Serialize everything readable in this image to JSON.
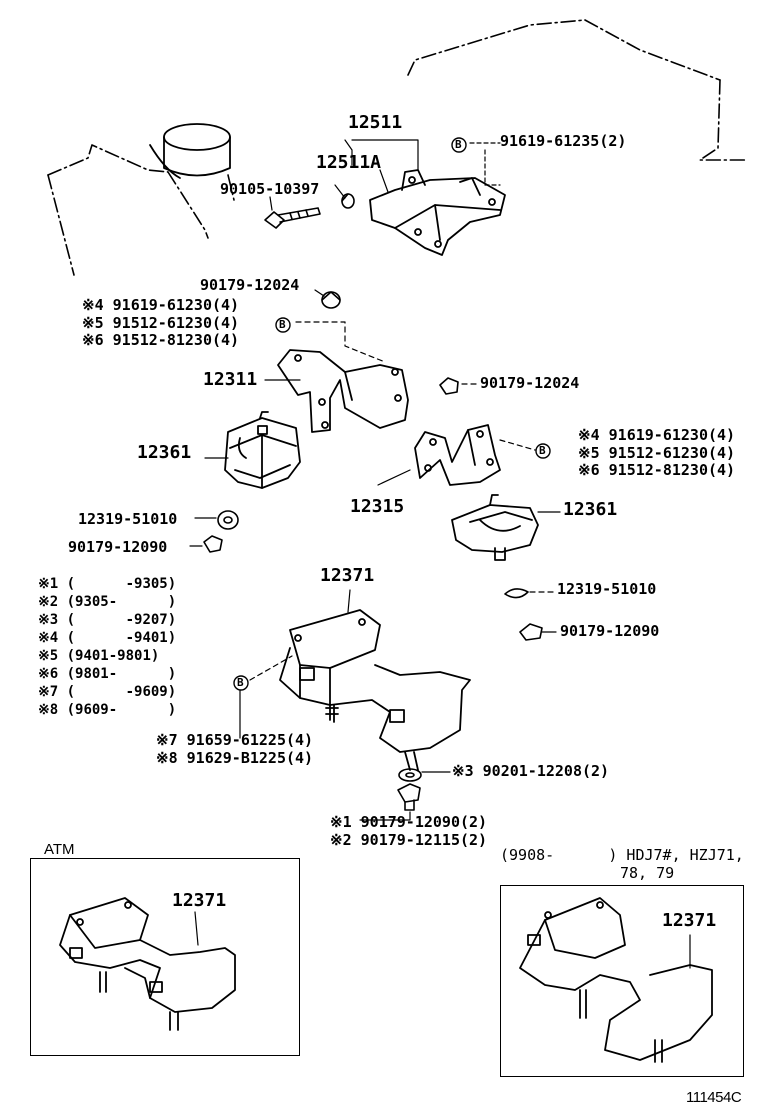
{
  "labels": {
    "p12511": "12511",
    "p12511a": "12511A",
    "p91619_61235": "91619-61235(2)",
    "p90105_10397": "90105-10397",
    "p90179_12024_a": "90179-12024",
    "l4_left": "※4 91619-61230(4)",
    "l5_left": "※5 91512-61230(4)",
    "l6_left": "※6 91512-81230(4)",
    "p12311": "12311",
    "p90179_12024_b": "90179-12024",
    "p12361_left": "12361",
    "l4_right": "※4 91619-61230(4)",
    "l5_right": "※5 91512-61230(4)",
    "l6_right": "※6 91512-81230(4)",
    "p12315": "12315",
    "p12361_right": "12361",
    "p12319_left": "12319-51010",
    "p90179_12090_left": "90179-12090",
    "p12371_main": "12371",
    "p12319_right": "12319-51010",
    "p90179_12090_right": "90179-12090",
    "l7": "※7 91659-61225(4)",
    "l8": "※8 91629-B1225(4)",
    "l3_washer": "※3 90201-12208(2)",
    "l1_bolt": "※1 90179-12090(2)",
    "l2_bolt": "※2 90179-12115(2)",
    "model_note_1": "(9908-      ) HDJ7#, HZJ71,",
    "model_note_2": "78, 79",
    "atm_title": "ATM",
    "p12371_atm": "12371",
    "p12371_right_box": "12371",
    "figure_code": "111454C"
  },
  "date_notes": [
    "※1 (      -9305)",
    "※2 (9305-      )",
    "※3 (      -9207)",
    "※4 (      -9401)",
    "※5 (9401-9801)",
    "※6 (9801-      )",
    "※7 (      -9609)",
    "※8 (9609-      )"
  ],
  "circle_marker": "B"
}
